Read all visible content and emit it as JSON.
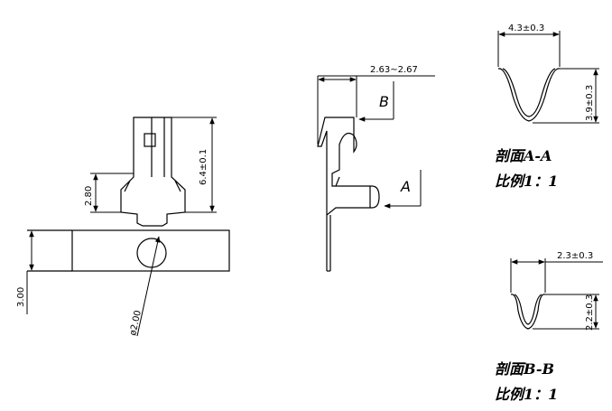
{
  "dimensions": {
    "total_height": "6.4±0.1",
    "wing_height": "2.80",
    "base_height": "3.00",
    "hole_diameter": "ø2.00",
    "thickness": "2.63~2.67",
    "section_a_width": "4.3±0.3",
    "section_a_height": "3.9±0.3",
    "section_b_width": "2.3±0.3",
    "section_b_height": "2.2±0.3"
  },
  "markers": {
    "a": "A",
    "b": "B"
  },
  "sections": {
    "a_title": "剖面A-A",
    "a_scale": "比例1：1",
    "b_title": "剖面B-B",
    "b_scale": "比例1：1"
  }
}
